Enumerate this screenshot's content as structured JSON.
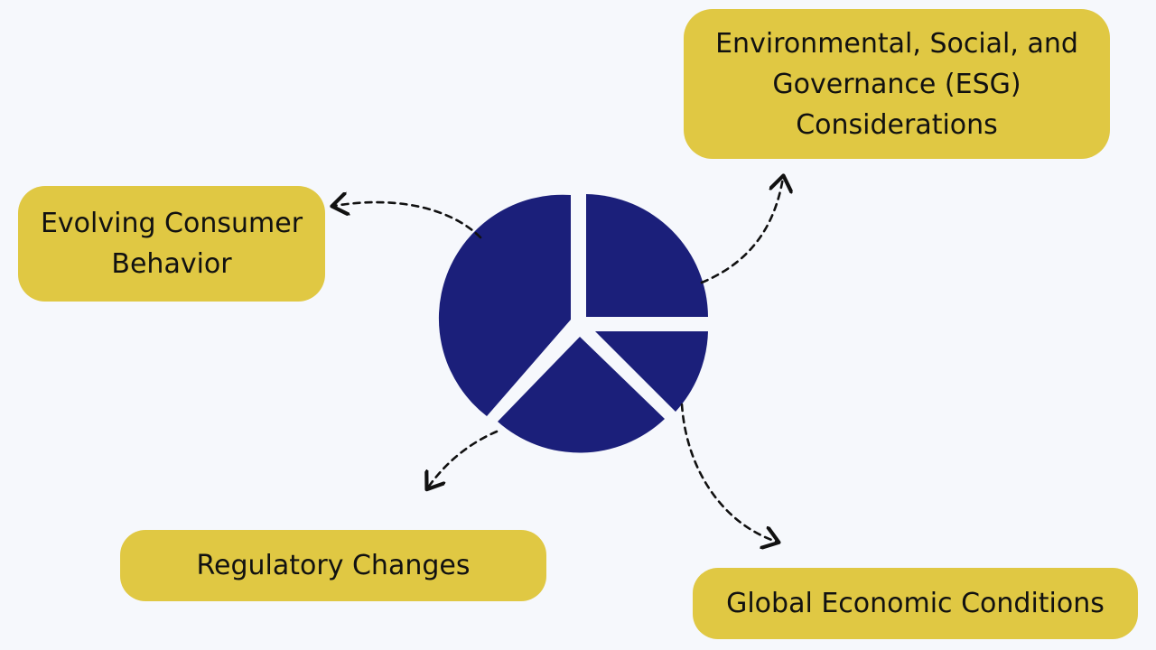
{
  "colors": {
    "background": "#f6f8fc",
    "box_fill": "#e0c843",
    "pie_fill": "#1b1f7a",
    "arrow_stroke": "#111111"
  },
  "labels": {
    "esg": "Environmental, Social, and Governance (ESG) Considerations",
    "consumer": "Evolving Consumer Behavior",
    "regulatory": "Regulatory Changes",
    "global": "Global Economic Conditions"
  },
  "pie": {
    "slice_count": 4
  }
}
